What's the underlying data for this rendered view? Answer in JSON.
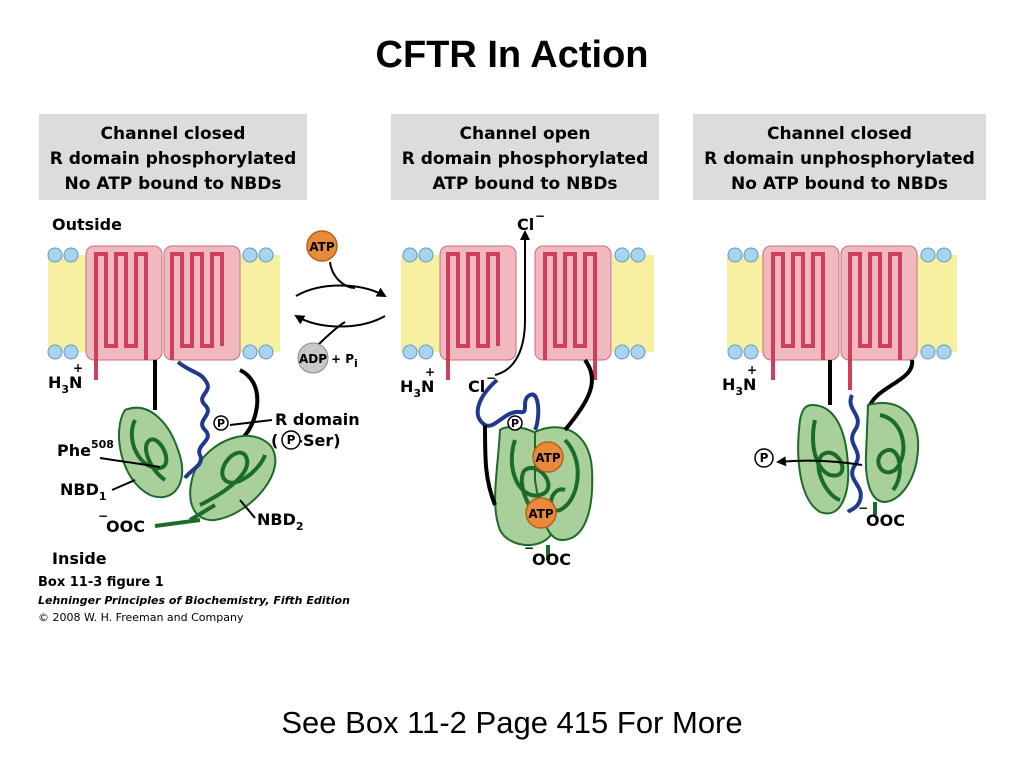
{
  "slide": {
    "title": "CFTR In Action",
    "footer": "See Box 11-2 Page 415 For More"
  },
  "panels": [
    {
      "lines": [
        "Channel closed",
        "R domain phosphorylated",
        "No ATP bound to NBDs"
      ]
    },
    {
      "lines": [
        "Channel open",
        "R domain phosphorylated",
        "ATP bound to NBDs"
      ]
    },
    {
      "lines": [
        "Channel closed",
        "R domain unphosphorylated",
        "No ATP bound to NBDs"
      ]
    }
  ],
  "labels": {
    "outside": "Outside",
    "inside": "Inside",
    "atp": "ATP",
    "adp": "ADP",
    "plus_pi": "+ P",
    "pi_sub": "i",
    "r_domain": "R domain",
    "p_ser_open": "(",
    "p_ser_close": "-Ser)",
    "phe": "Phe",
    "phe_sup": "508",
    "nbd": "NBD",
    "sub1": "1",
    "sub2": "2",
    "h3n": "H",
    "h3n_sub": "3",
    "h3n_n": "N",
    "plus": "+",
    "ooc": "OOC",
    "minus": "−",
    "cl": "Cl",
    "p": "P"
  },
  "caption": {
    "line1": "Box 11-3 figure 1",
    "line2": "Lehninger Principles of Biochemistry, Fifth Edition",
    "line3": "© 2008 W. H. Freeman and Company"
  },
  "colors": {
    "membrane_protein": "#f2b8c0",
    "helix": "#cf3f5a",
    "nbd_fill": "#a9cf9a",
    "nbd_line": "#1b6b2a",
    "r_domain": "#1f3a8c",
    "lipid_head": "#a8d4f0",
    "lipid_tail": "#f6f0a0",
    "atp": "#e98a3a",
    "header_bg": "#dcdcdc"
  }
}
